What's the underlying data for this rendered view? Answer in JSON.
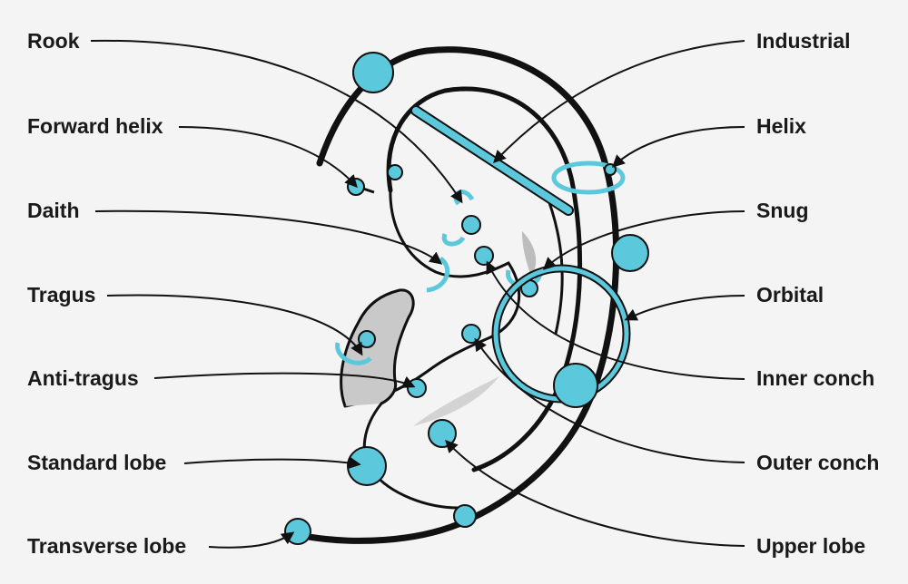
{
  "labels": {
    "rook": "Rook",
    "forward_helix": "Forward helix",
    "daith": "Daith",
    "tragus": "Tragus",
    "anti_tragus": "Anti-tragus",
    "standard_lobe": "Standard lobe",
    "transverse_lobe": "Transverse lobe",
    "industrial": "Industrial",
    "helix": "Helix",
    "snug": "Snug",
    "orbital": "Orbital",
    "inner_conch": "Inner conch",
    "outer_conch": "Outer conch",
    "upper_lobe": "Upper lobe"
  },
  "colors": {
    "jewelry": "#5cc8dc",
    "outline": "#111111",
    "background": "#f4f4f4",
    "shadow": "#bdbdbd"
  }
}
